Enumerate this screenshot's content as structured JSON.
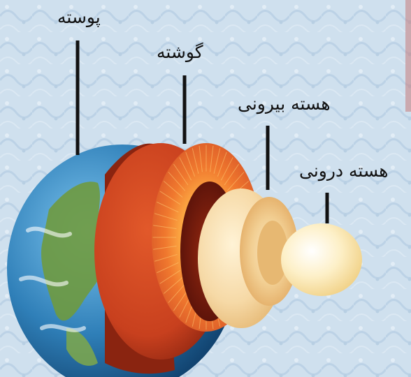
{
  "layers": [
    {
      "id": "crust",
      "label": "پوسته"
    },
    {
      "id": "mantle",
      "label": "گوشته"
    },
    {
      "id": "outer_core",
      "label": "هسته بیرونی"
    },
    {
      "id": "inner_core",
      "label": "هسته درونی"
    }
  ],
  "colors": {
    "background": "#cfe0ee",
    "ocean": "#2f7fb8",
    "land": "#6f9a3f",
    "mantle": "#c8401e",
    "mantle_dark": "#7a1a0c",
    "outer_core": "#f6d9a6",
    "inner_core": "#fdf0c8",
    "leader_line": "#111111"
  }
}
